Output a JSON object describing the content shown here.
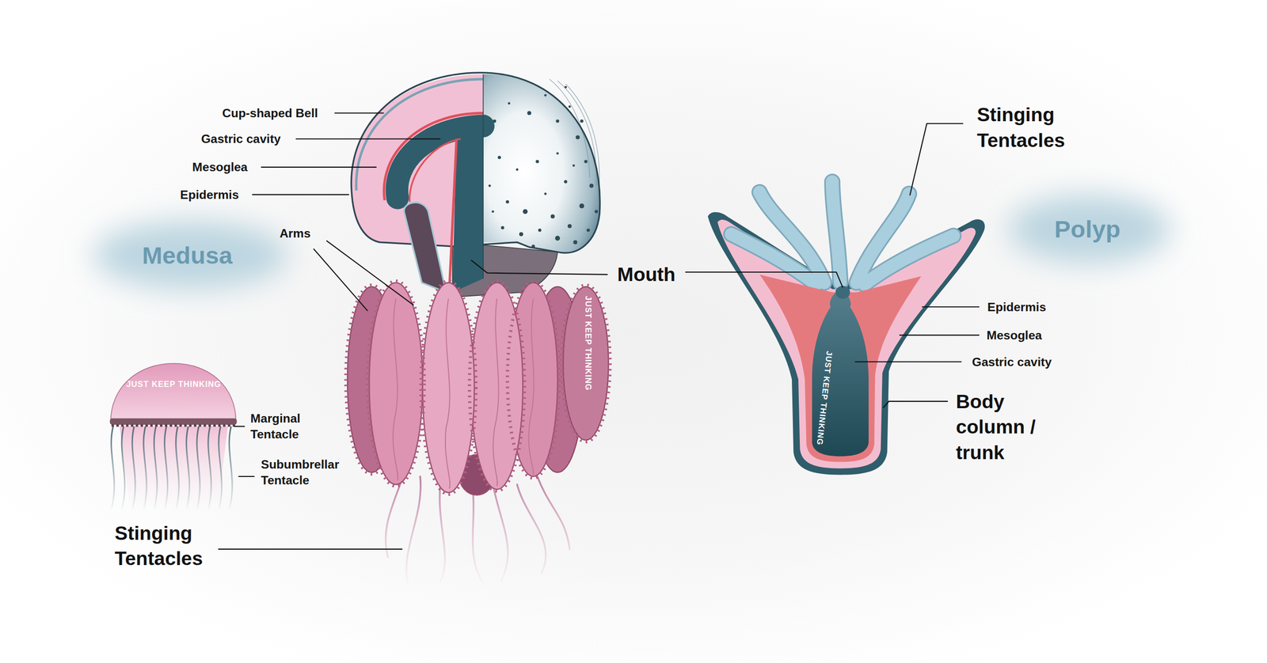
{
  "diagram": {
    "labels": [
      "Cup-shaped Bell",
      "Gastric cavity",
      "Mesoglea",
      "Epidermis",
      "Arms",
      "Medusa",
      "Mouth",
      "JUST KEEP THINKING",
      "JUST KEEP THINKING",
      "Marginal Tentacle",
      "Subumbrellar Tentacle",
      "Stinging Tentacles",
      "Stinging Tentacles",
      "Polyp",
      "Epidermis",
      "Mesoglea",
      "Gastric cavity",
      "JUST KEEP THINKING",
      "Body column / trunk"
    ]
  }
}
